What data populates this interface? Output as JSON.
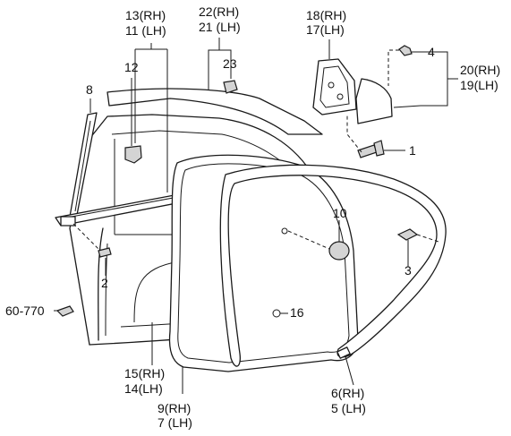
{
  "labels": {
    "p13": "13(RH)",
    "p11": "11 (LH)",
    "p22": "22(RH)",
    "p21": "21 (LH)",
    "p18": "18(RH)",
    "p17": "17(LH)",
    "p4": "4",
    "p20": "20(RH)",
    "p19": "19(LH)",
    "p12": "12",
    "p23": "23",
    "p8": "8",
    "p1": "1",
    "p10": "10",
    "p3": "3",
    "p2": "2",
    "p60": "60-770",
    "p16": "16",
    "p15": "15(RH)",
    "p14": "14(LH)",
    "p9": "9(RH)",
    "p7": "7 (LH)",
    "p6": "6(RH)",
    "p5": "5 (LH)"
  }
}
